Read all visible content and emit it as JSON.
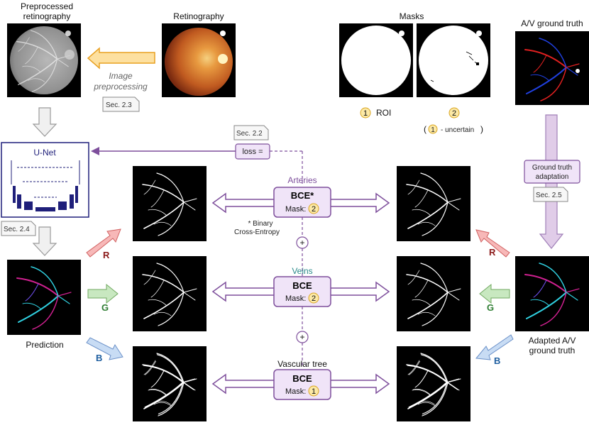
{
  "labels": {
    "preprocessed": [
      "Preprocessed",
      "retinography"
    ],
    "retinography": "Retinography",
    "image_preprocessing": [
      "Image",
      "preprocessing"
    ],
    "masks": "Masks",
    "av_ground_truth": "A/V ground truth",
    "unet": "U-Net",
    "prediction": "Prediction",
    "adapted": [
      "Adapted A/V",
      "ground truth"
    ],
    "gt_adaptation": [
      "Ground truth",
      "adaptation"
    ],
    "loss": "loss =",
    "roi": "ROI",
    "uncertain": "- uncertain",
    "arteries": "Arteries",
    "veins": "Veins",
    "vascular_tree": "Vascular tree",
    "bce": "BCE",
    "bce_star": "BCE*",
    "mask_prefix": "Mask:",
    "binary_ce": [
      "* Binary",
      "Cross-Entropy"
    ],
    "plus": "+",
    "paren_open": "(",
    "paren_close": ")"
  },
  "sections": {
    "s23": "Sec. 2.3",
    "s22": "Sec. 2.2",
    "s24": "Sec. 2.4",
    "s25": "Sec. 2.5"
  },
  "mask_numbers": {
    "one": "1",
    "two": "2"
  },
  "channels": {
    "r": "R",
    "g": "G",
    "b": "B"
  },
  "colors": {
    "purple": "#7e4f9c",
    "purple_fill": "#f0e4f8",
    "unet_blue": "#1f1f7a",
    "orange": "#e8a020",
    "orange_fill": "#fde0a0",
    "gray_arrow": "#9a9a9a",
    "red": "#8b1a1a",
    "green": "#2e7d32",
    "blue": "#1f5fa0",
    "veins_teal": "#2a8a8a",
    "badge_fill": "#fce9a6",
    "badge_stroke": "#d9a520"
  }
}
